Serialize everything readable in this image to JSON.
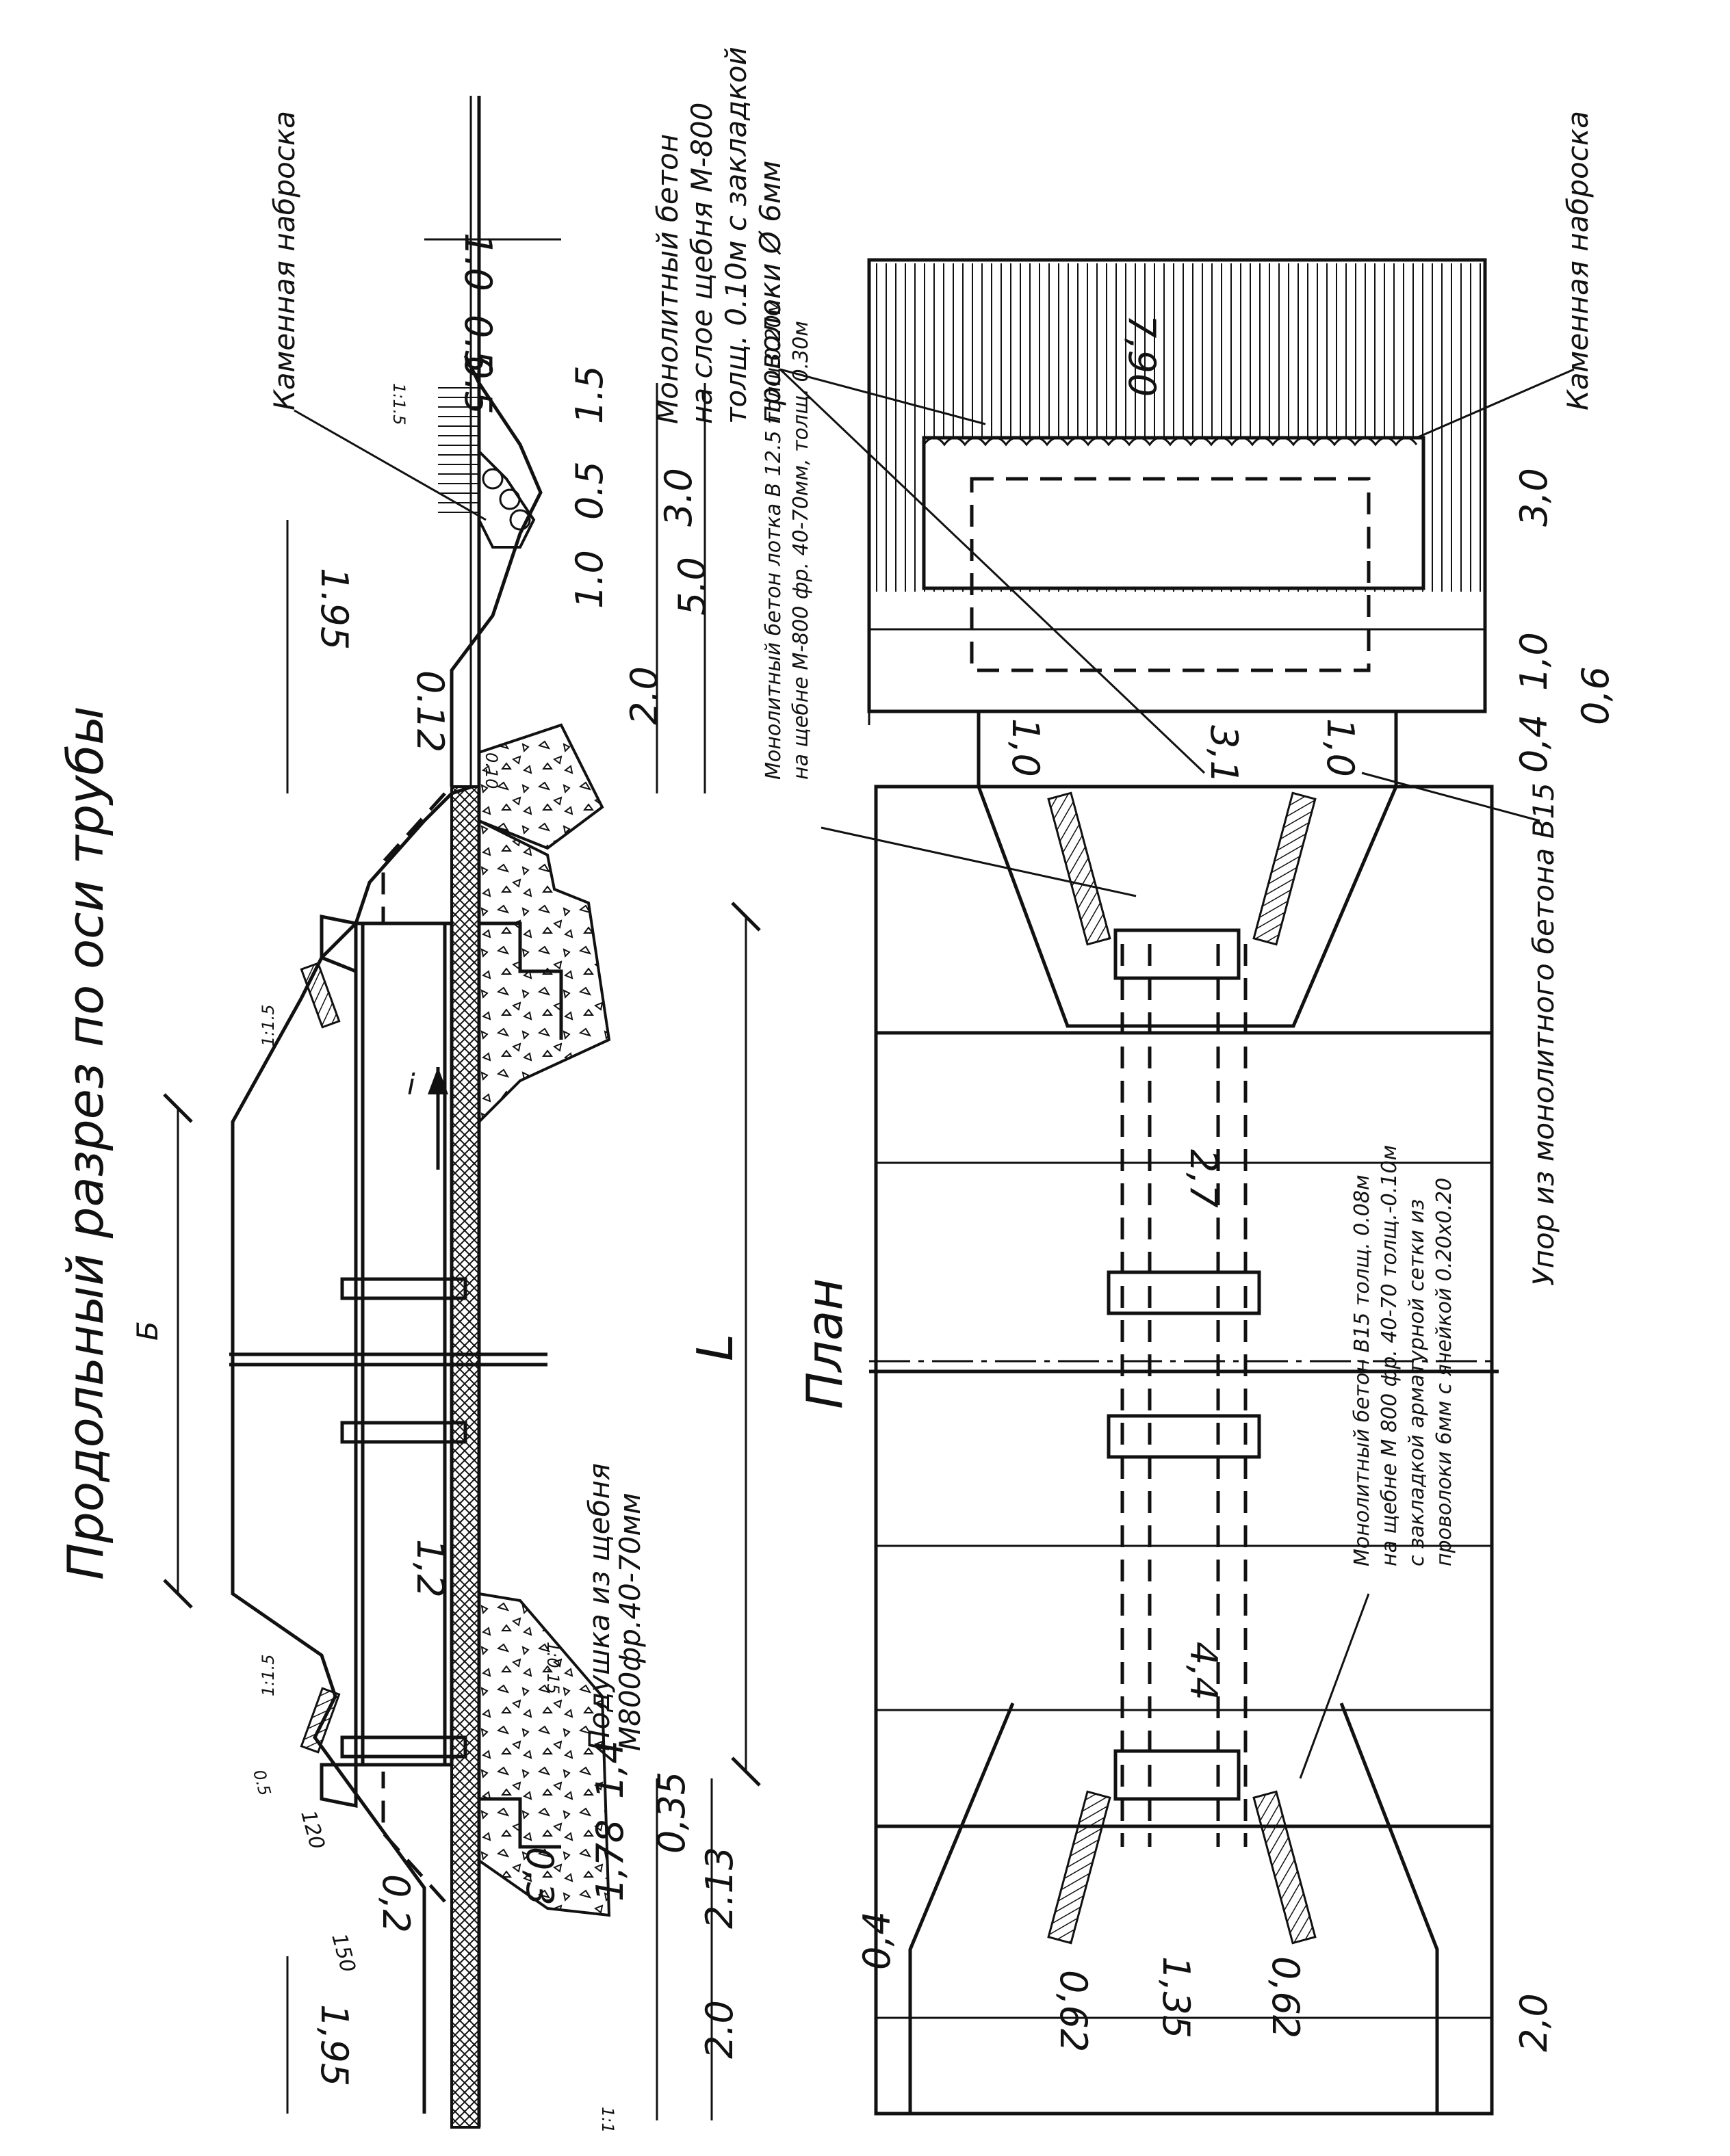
{
  "titles": {
    "section": "Продольный разрез по оси трубы",
    "plan": "План"
  },
  "symbols": {
    "b": "Б",
    "l": "L",
    "i": "i"
  },
  "labels": {
    "stone_fill_top": "Каменная наброска",
    "stone_fill_plan": "Каменная наброска",
    "concrete_top_1": "Монолитный бетон",
    "concrete_top_2": "на слое щебня М-800",
    "concrete_top_3": "толщ. 0.10м с закладкой",
    "concrete_top_4": "проволоки Ø 6мм",
    "tray_1": "Монолитный бетон лотка В 12.5 толщ.0.20м",
    "tray_2": "на щебне М-800 фр. 40-70мм, толщ. 0.30м",
    "pad_1": "Подушка из щебня",
    "pad_2": "М800фр.40-70мм",
    "stop": "Упор из монолитного бетона В15",
    "mono_1": "Монолитный бетон В15 толщ. 0.08м",
    "mono_2": "на щебне М 800 фр. 40-70 толщ.-0.10м",
    "mono_3": "с закладкой арматурной сетки из",
    "mono_4": "проволоки 6мм с ячейкой 0.20х0.20"
  },
  "dims_section": {
    "d_10": "1.0",
    "d_05a": "0.5",
    "d_05b": "0.5",
    "d_195_top": "1.95",
    "d_15": "1.5",
    "d_30": "3.0",
    "d_05c": "0.5",
    "d_10b": "1.0",
    "d_50": "5.0",
    "d_012": "0.12",
    "d_010": "0.10",
    "d_20": "2.0",
    "d_12": "1,2",
    "d_14": "1,4",
    "d_178": "1,78",
    "d_035": "0,35",
    "d_213": "2.13",
    "d_03": "0,3",
    "d_02": "0,2",
    "d_20b": "2.0",
    "d_195_bot": "1,95",
    "d_120": "120",
    "d_150": "150",
    "d_05s": "0.5",
    "s_15a": "1:1.5",
    "s_15b": "1:1.5",
    "s_15c": "1:1.5",
    "s_1015": "1:0.15",
    "s_11": "1:1"
  },
  "dims_plan": {
    "p_790": "7,90",
    "p_30": "3,0",
    "p_10": "1,0",
    "p_04a": "0,4",
    "p_06": "0,6",
    "p_31": "3,1",
    "p_10a": "1,0",
    "p_10b": "1,0",
    "p_27": "2,7",
    "p_44": "4,4",
    "p_20": "2,0",
    "p_04b": "0,4",
    "p_062a": "0,62",
    "p_135": "1,35",
    "p_062b": "0,62"
  }
}
